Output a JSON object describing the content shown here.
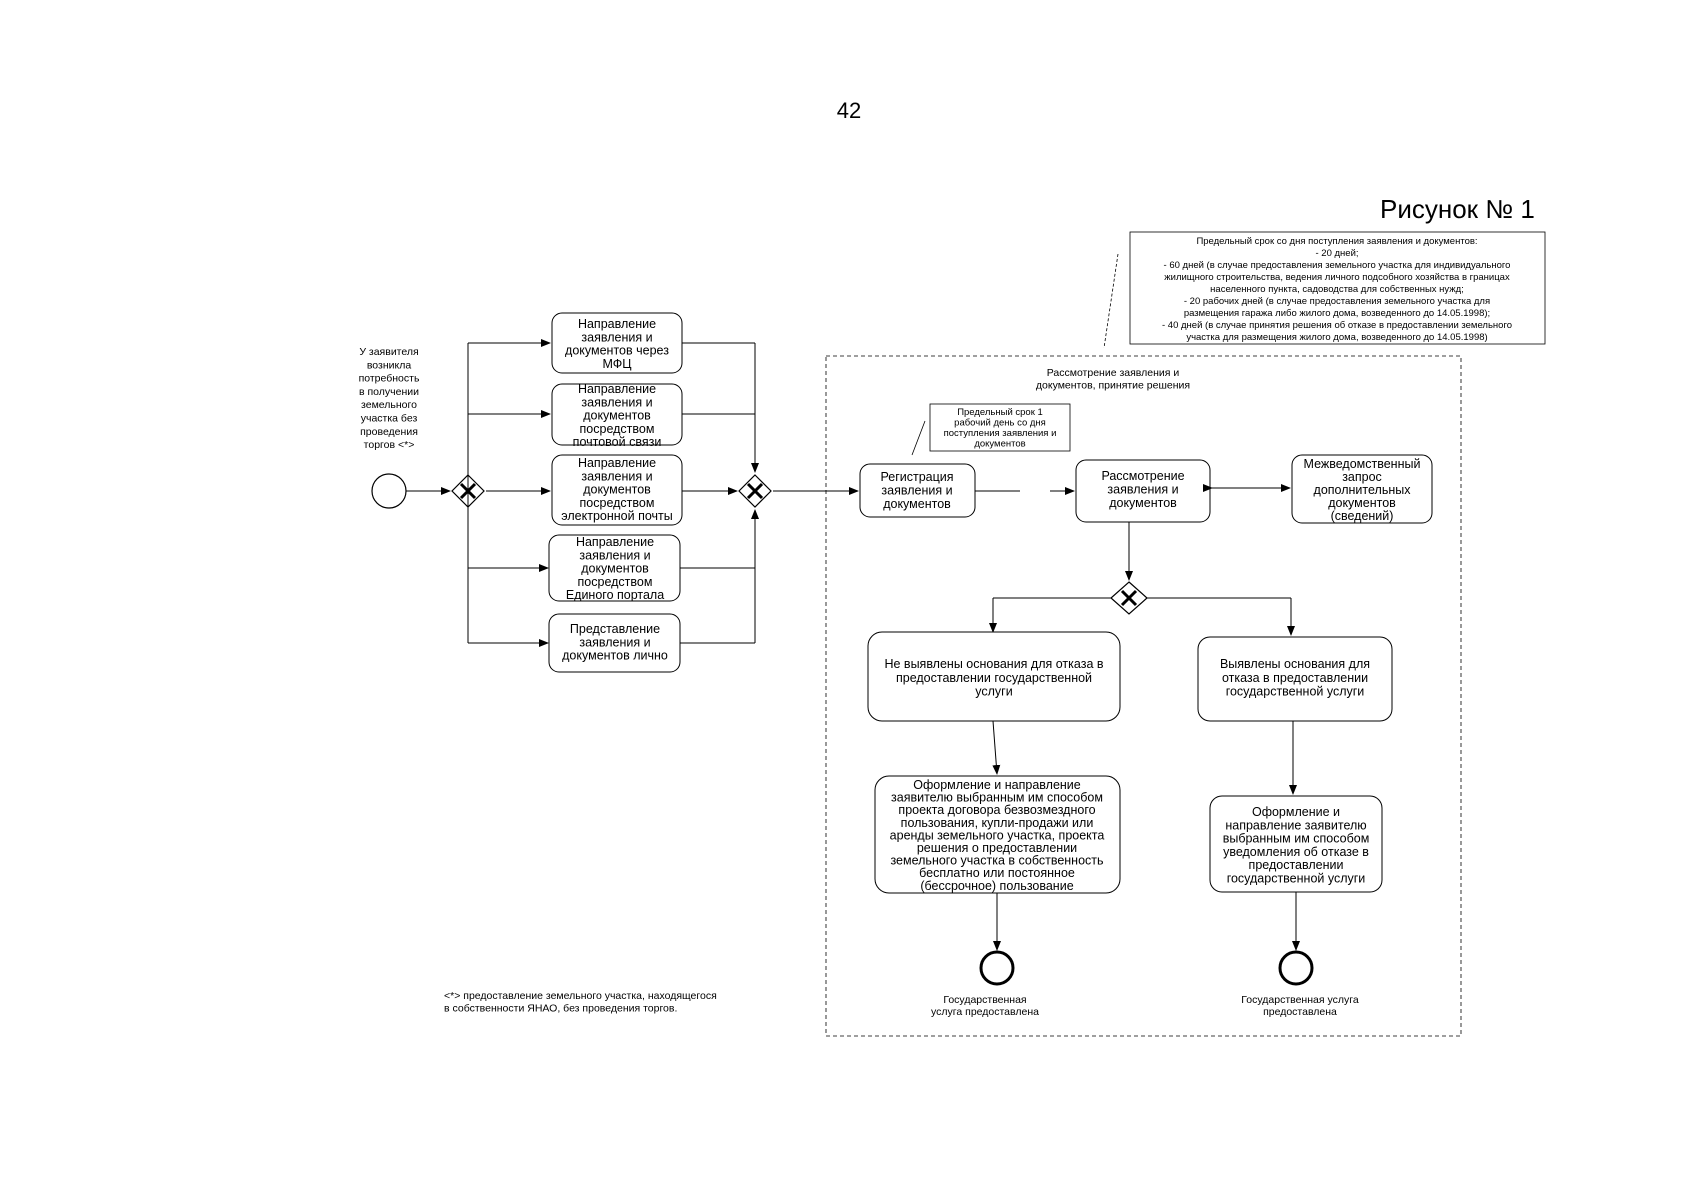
{
  "page_number": "42",
  "figure_title": "Рисунок № 1",
  "applicant_need": [
    "У заявителя",
    "возникла",
    "потребность",
    "в получении",
    "земельного",
    "участка без",
    "проведения",
    "торгов <*>"
  ],
  "submission_methods": [
    {
      "lines": [
        "Направление",
        "заявления и",
        "документов через",
        "МФЦ"
      ]
    },
    {
      "lines": [
        "Направление",
        "заявления и",
        "документов",
        "посредством",
        "почтовой связи"
      ]
    },
    {
      "lines": [
        "Направление",
        "заявления и",
        "документов",
        "посредством",
        "электронной почты"
      ]
    },
    {
      "lines": [
        "Направление",
        "заявления и",
        "документов",
        "посредством",
        "Единого портала"
      ]
    },
    {
      "lines": [
        "Представление",
        "заявления и",
        "документов лично"
      ]
    }
  ],
  "deadline_note": {
    "lines": [
      "Предельный срок со дня поступления заявления и документов:",
      "- 20 дней;",
      "- 60 дней (в случае предоставления земельного участка для индивидуального",
      "жилищного строительства, ведения личного подсобного хозяйства в границах",
      "населенного пункта, садоводства для собственных нужд;",
      "- 20 рабочих дней (в случае предоставления земельного участка для",
      "размещения гаража либо жилого дома, возведенного до 14.05.1998);",
      "- 40 дней (в случае принятия решения об отказе в предоставлении земельного",
      "участка для размещения жилого дома, возведенного до 14.05.1998)"
    ]
  },
  "pool_title": [
    "Рассмотрение заявления и",
    "документов, принятие решения"
  ],
  "registration_note": [
    "Предельный срок 1",
    "рабочий день со дня",
    "поступления заявления и",
    "документов"
  ],
  "registration": [
    "Регистрация",
    "заявления и",
    "документов"
  ],
  "review": [
    "Рассмотрение",
    "заявления и",
    "документов"
  ],
  "interagency": [
    "Межведомственный",
    "запрос",
    "дополнительных",
    "документов",
    "(сведений)"
  ],
  "no_grounds": [
    "Не выявлены основания для отказа в",
    "предоставлении государственной",
    "услуги"
  ],
  "grounds_found": [
    "Выявлены основания для",
    "отказа в предоставлении",
    "государственной услуги"
  ],
  "contract_draft": [
    "Оформление и направление",
    "заявителю выбранным им способом",
    "проекта договора безвозмездного",
    "пользования, купли-продажи или",
    "аренды земельного участка, проекта",
    "решения о предоставлении",
    "земельного участка в собственность",
    "бесплатно или постоянное",
    "(бессрочное) пользование"
  ],
  "refusal_notice": [
    "Оформление и",
    "направление заявителю",
    "выбранным им способом",
    "уведомления об отказе в",
    "предоставлении",
    "государственной услуги"
  ],
  "end_left": [
    "Государственная",
    "услуга предоставлена"
  ],
  "end_right": [
    "Государственная услуга",
    "предоставлена"
  ],
  "footnote": [
    "<*> предоставление земельного участка, находящегося",
    "в собственности ЯНАО, без проведения торгов."
  ]
}
